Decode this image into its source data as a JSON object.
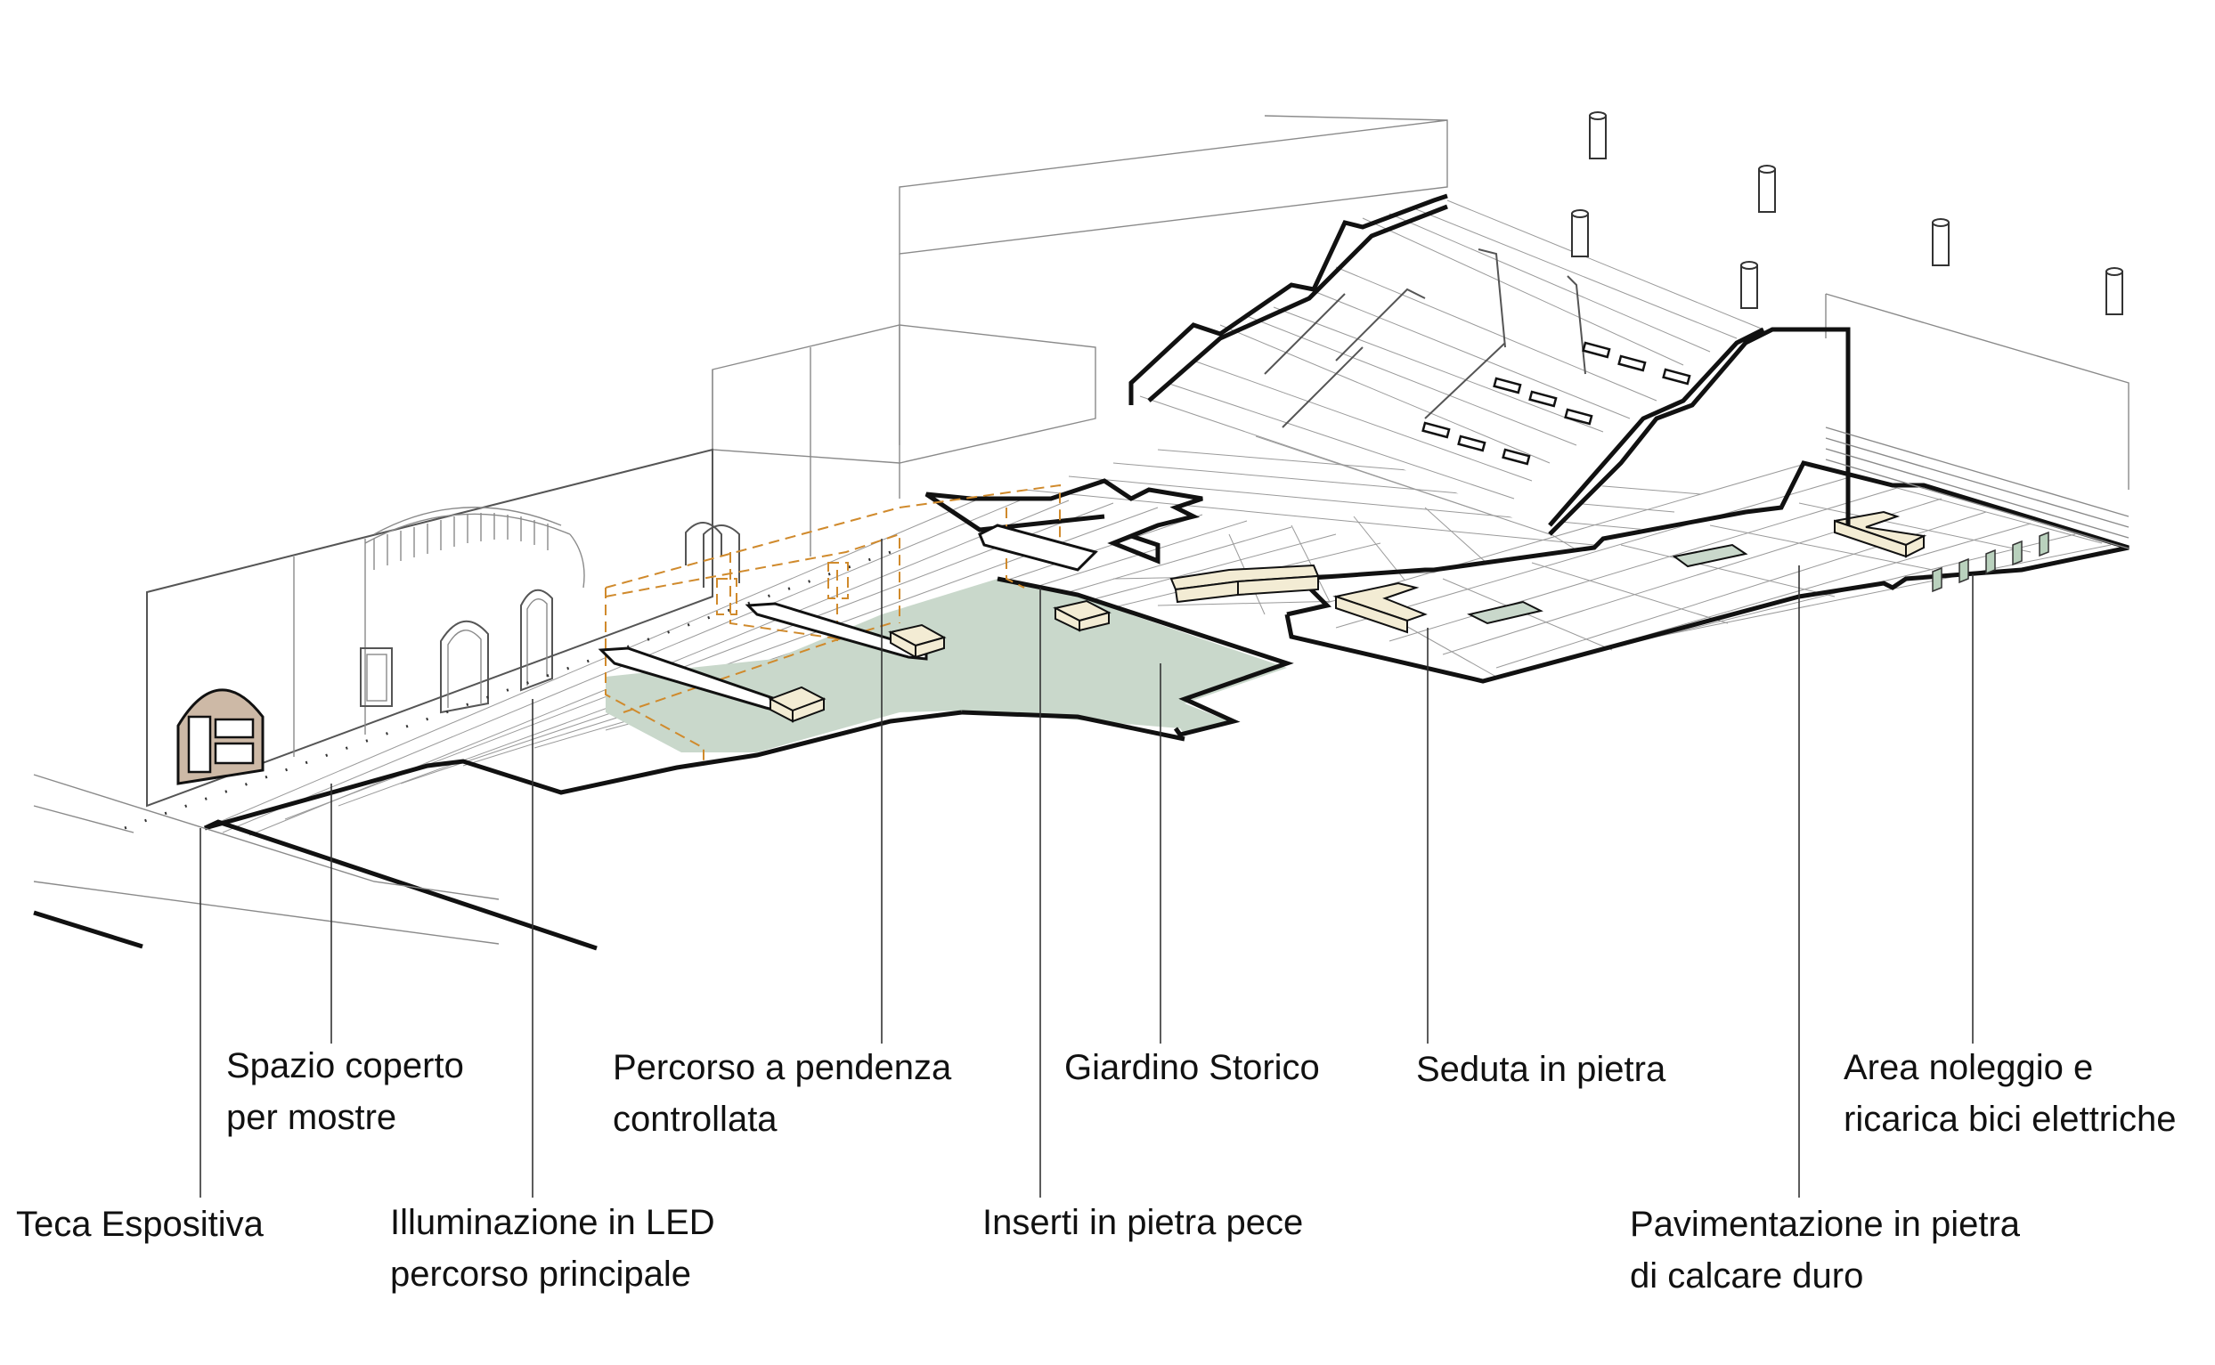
{
  "labels": {
    "teca": "Teca Espositiva",
    "spazio_1": "Spazio coperto",
    "spazio_2": "per mostre",
    "led_1": "Illuminazione in LED",
    "led_2": "percorso principale",
    "percorso_1": "Percorso a pendenza",
    "percorso_2": "controllata",
    "inserti": "Inserti in pietra pece",
    "giardino": "Giardino Storico",
    "seduta": "Seduta in pietra",
    "pavimentazione_1": "Pavimentazione in pietra",
    "pavimentazione_2": "di calcare duro",
    "bici_1": "Area noleggio e",
    "bici_2": "ricarica bici elettriche"
  },
  "colors": {
    "garden": "#c9d8cb",
    "bench": "#f3ecd4",
    "showcase": "#cdb9a6",
    "led_path": "#d08a2c",
    "outline": "#111111",
    "linework": "#8a8a8a",
    "bike_rack": "#b9d1bd"
  }
}
